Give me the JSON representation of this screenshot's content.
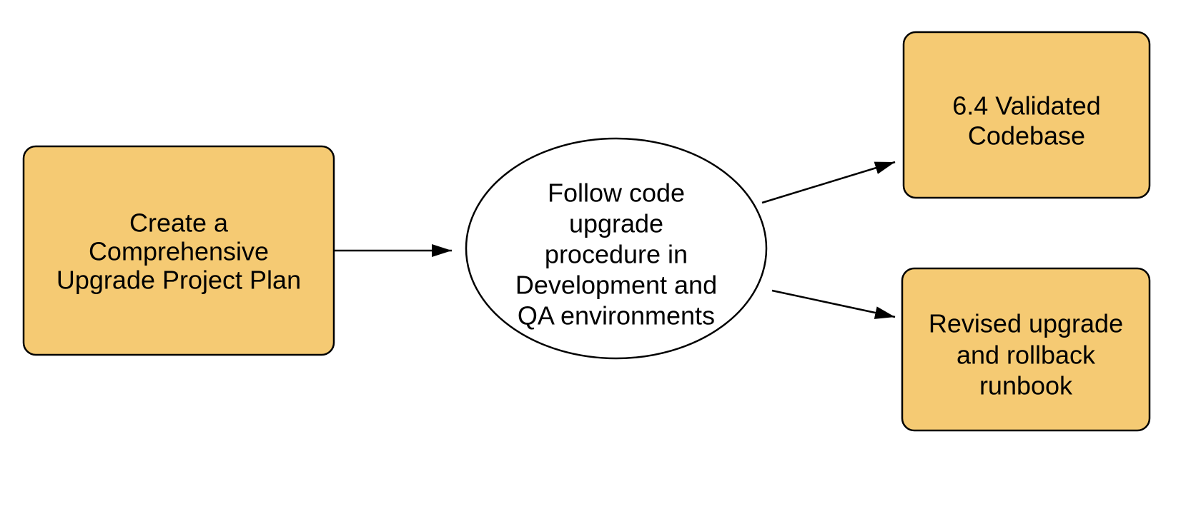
{
  "diagram": {
    "background_color": "#ffffff",
    "node_fill_color": "#f5ca73",
    "node_border_color": "#000000",
    "text_color": "#000000",
    "arrow_color": "#000000",
    "nodes": {
      "plan": {
        "shape": "rounded-rectangle",
        "label": "Create a Comprehensive Upgrade Project Plan",
        "lines": [
          "Create a",
          "Comprehensive",
          "Upgrade Project Plan"
        ]
      },
      "procedure": {
        "shape": "ellipse",
        "label": "Follow code upgrade procedure in Development and QA environments",
        "lines": [
          "Follow code",
          "upgrade",
          "procedure in",
          "Development and",
          "QA environments"
        ]
      },
      "codebase": {
        "shape": "rounded-rectangle",
        "label": "6.4 Validated Codebase",
        "lines": [
          "6.4 Validated",
          "Codebase"
        ]
      },
      "runbook": {
        "shape": "rounded-rectangle",
        "label": "Revised upgrade and rollback runbook",
        "lines": [
          "Revised upgrade",
          "and rollback",
          "runbook"
        ]
      }
    },
    "edges": [
      {
        "from": "plan",
        "to": "procedure"
      },
      {
        "from": "procedure",
        "to": "codebase"
      },
      {
        "from": "procedure",
        "to": "runbook"
      }
    ]
  }
}
